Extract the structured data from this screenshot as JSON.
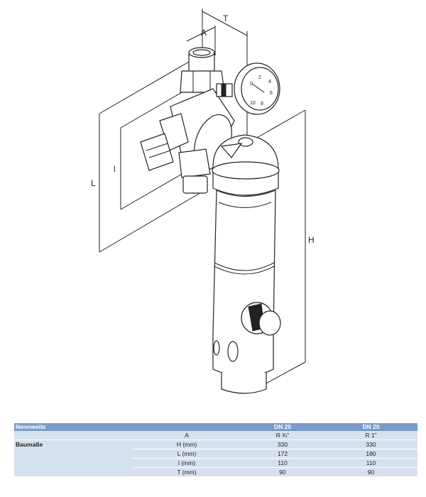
{
  "drawing": {
    "labels": {
      "A": "A",
      "T": "T",
      "L": "L",
      "l": "l",
      "H": "H"
    },
    "gauge_numbers": [
      "0",
      "2",
      "4",
      "6",
      "8",
      "10"
    ]
  },
  "table": {
    "header": {
      "label": "Nennweite",
      "param": "",
      "col1": "DN 20",
      "col2": "DN 20"
    },
    "group_label": "Baumaße",
    "rows": [
      {
        "param": "A",
        "col1": "R ¾\"",
        "col2": "R 1\""
      },
      {
        "param": "H (mm)",
        "col1": "330",
        "col2": "330"
      },
      {
        "param": "L (mm)",
        "col1": "172",
        "col2": "180"
      },
      {
        "param": "l (mm)",
        "col1": "110",
        "col2": "110"
      },
      {
        "param": "T (mm)",
        "col1": "90",
        "col2": "90"
      }
    ]
  }
}
